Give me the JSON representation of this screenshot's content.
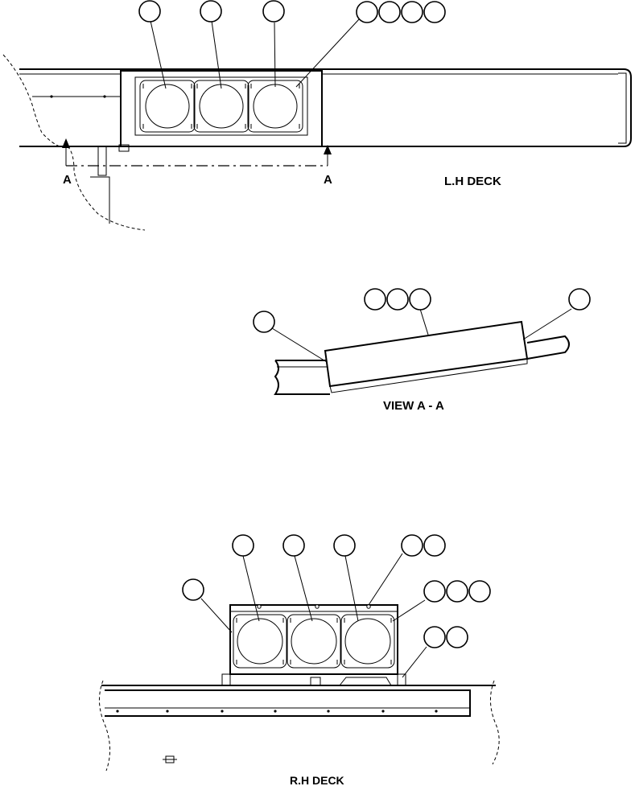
{
  "views": {
    "lh_deck": {
      "label": "L.H DECK"
    },
    "section": {
      "label": "VIEW A - A"
    },
    "rh_deck": {
      "label": "R.H DECK"
    }
  },
  "section_markers": {
    "left": "A",
    "right": "A"
  }
}
